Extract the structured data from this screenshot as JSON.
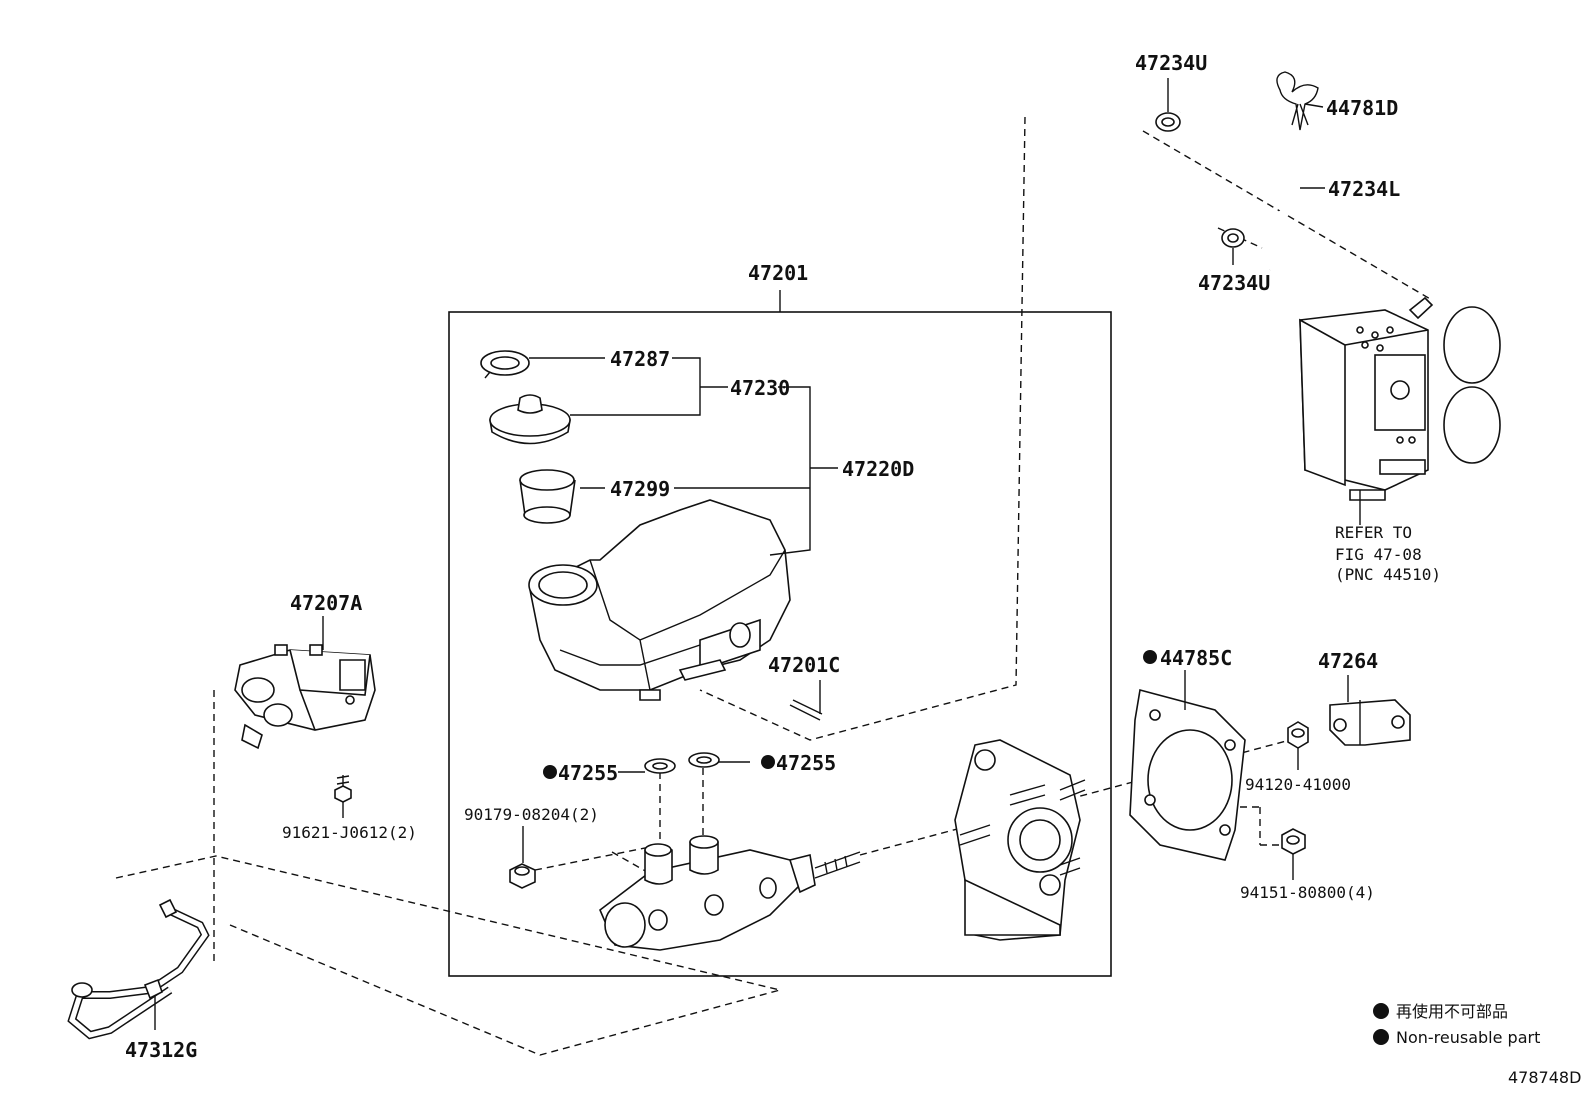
{
  "labels": {
    "l_47234U_top": "47234U",
    "l_44781D": "44781D",
    "l_47234L": "47234L",
    "l_47234U_bot": "47234U",
    "l_47201": "47201",
    "l_47287": "47287",
    "l_47230": "47230",
    "l_47220D": "47220D",
    "l_47299": "47299",
    "l_47201C": "47201C",
    "l_47207A": "47207A",
    "l_91621": "91621-J0612(2)",
    "l_47255_left": "47255",
    "l_47255_right": "47255",
    "l_90179": "90179-08204(2)",
    "l_44785C": "44785C",
    "l_47264": "47264",
    "l_94120": "94120-41000",
    "l_94151": "94151-80800(4)",
    "l_47312G": "47312G"
  },
  "refer": {
    "line1": "REFER TO",
    "line2": "FIG 47-08",
    "line3": "(PNC 44510)"
  },
  "legend": {
    "non_reusable_jp": "再使用不可部品",
    "non_reusable_en": "Non-reusable part"
  },
  "figure_id": "478748D"
}
